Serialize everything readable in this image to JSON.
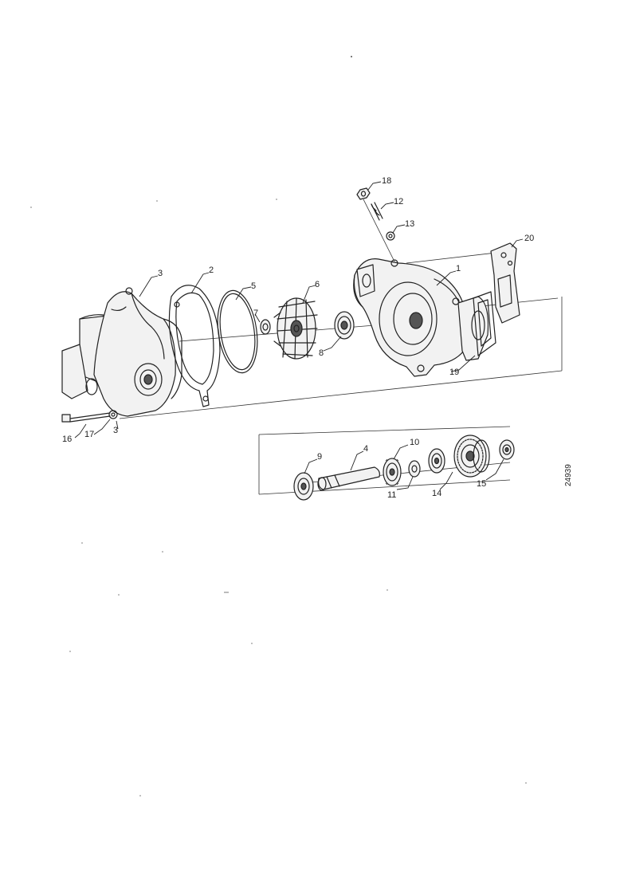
{
  "callouts": {
    "c1": "1",
    "c2": "2",
    "c3": "3",
    "c4": "4",
    "c5": "5",
    "c6": "6",
    "c7": "7",
    "c8": "8",
    "c9": "9",
    "c10": "10",
    "c11": "11",
    "c12": "12",
    "c13": "13",
    "c14": "14",
    "c15": "15",
    "c16": "16",
    "c17": "17",
    "c18": "18",
    "c19": "19",
    "c20": "20",
    "c3b": "3"
  },
  "drawing_code": "24939"
}
